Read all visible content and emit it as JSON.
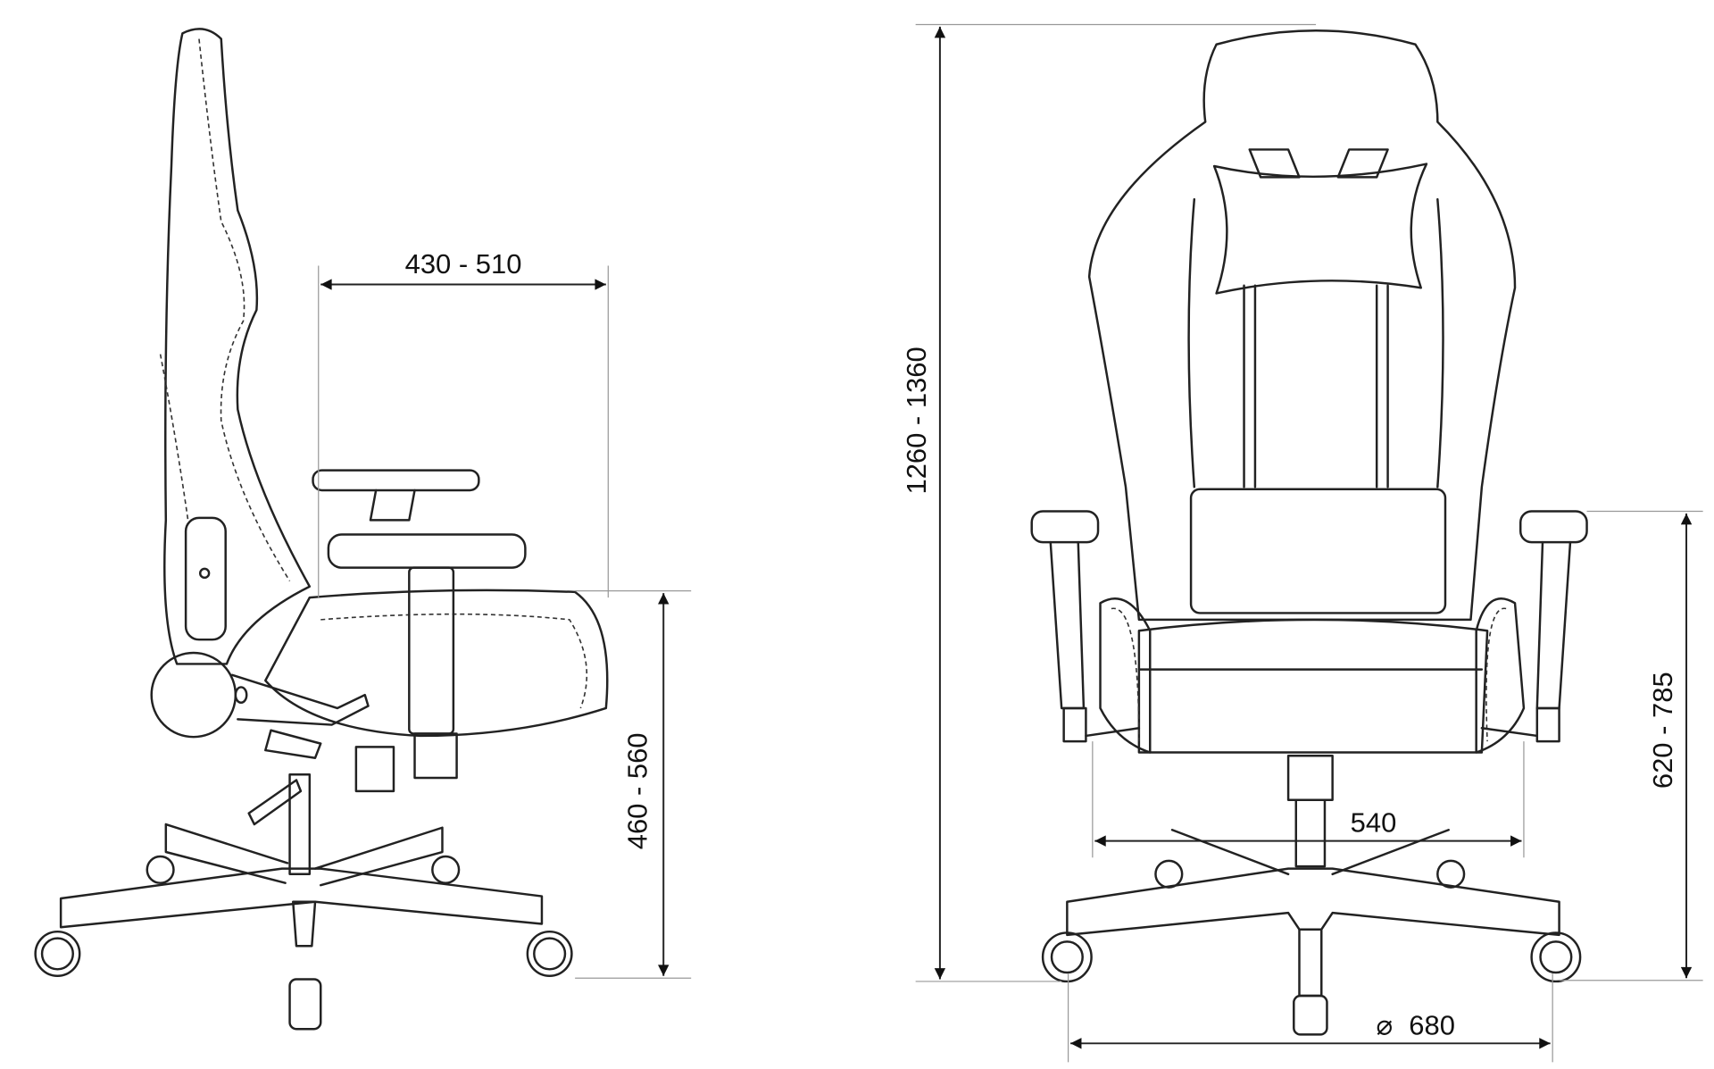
{
  "dimensions": {
    "seat_depth": "430 - 510",
    "overall_height": "1260 - 1360",
    "seat_height": "460 - 560",
    "armrest_height": "620 - 785",
    "seat_width": "540",
    "base_diameter_symbol": "⌀",
    "base_diameter": "680"
  }
}
